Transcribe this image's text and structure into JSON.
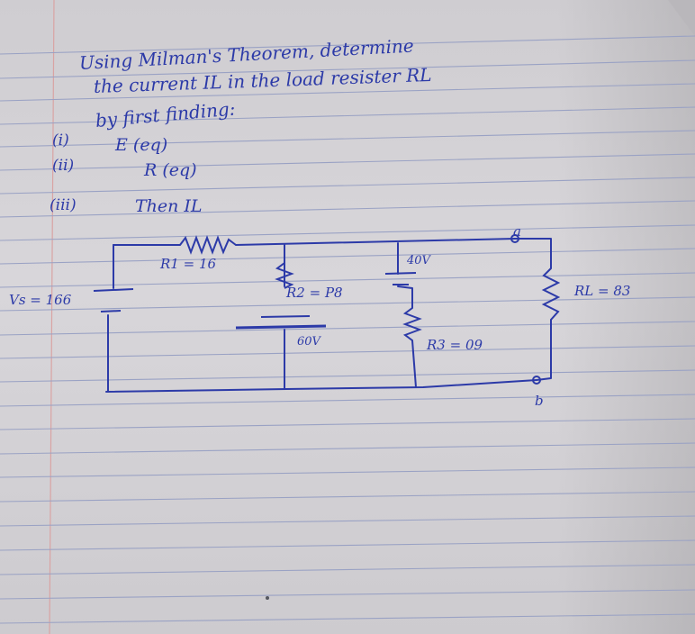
{
  "photo": {
    "subject": "handwritten-circuit-problem-on-ruled-paper",
    "paper_color": "#d3d1d5",
    "line_color": "#9aa2c4",
    "ink_color": "#2c3aa8"
  },
  "question": {
    "line1": "Using Milman's Theorem, determine",
    "line2": "the current IL in the load resister RL",
    "line3": "by first finding:"
  },
  "steps": [
    {
      "label": "(i)",
      "text": "E (eq)"
    },
    {
      "label": "(ii)",
      "text": "R (eq)"
    },
    {
      "label": "(iii)",
      "text": "Then IL"
    }
  ],
  "circuit": {
    "r1_label": "R1 = 16",
    "vs_label": "Vs = 166",
    "r2_label": "R2 = P8",
    "v2_label": "60V",
    "v3_label": "40V",
    "r3_label": "R3 = 09",
    "rl_label": "RL = 83",
    "node_a": "a",
    "node_b": "b"
  }
}
